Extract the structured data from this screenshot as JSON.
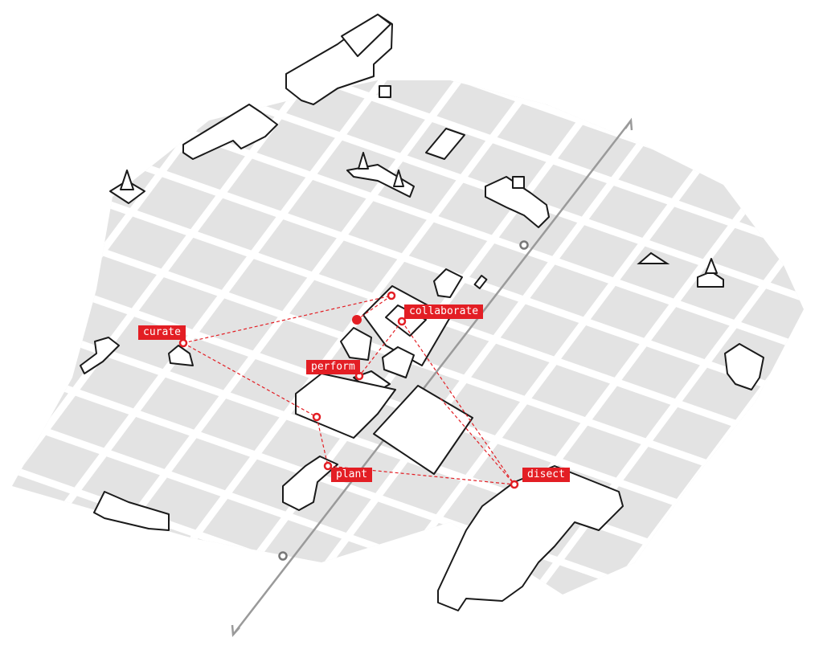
{
  "colors": {
    "accent": "#e31e24",
    "blocks": "#e3e3e3",
    "streets": "#ffffff",
    "transit": "#9a9a9a",
    "outline": "#1a1a1a"
  },
  "labels": [
    {
      "id": "curate",
      "text": "curate"
    },
    {
      "id": "collaborate",
      "text": "collaborate"
    },
    {
      "id": "perform",
      "text": "perform"
    },
    {
      "id": "plant",
      "text": "plant"
    },
    {
      "id": "disect",
      "text": "disect"
    }
  ]
}
